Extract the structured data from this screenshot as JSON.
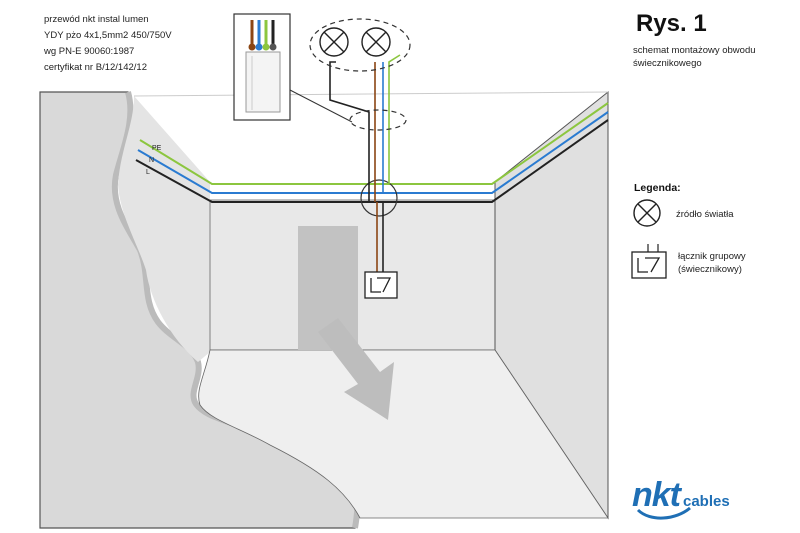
{
  "specs": [
    "przewód nkt instal lumen",
    "YDY pżo 4x1,5mm2 450/750V",
    "wg PN-E 90060:1987",
    "certyfikat nr B/12/142/12"
  ],
  "title": "Rys. 1",
  "subtitle": "schemat montażowy obwodu świecznikowego",
  "legend": {
    "title": "Legenda:",
    "lamp_label": "źródło światła",
    "switch_label_line1": "łącznik grupowy",
    "switch_label_line2": "(świecznikowy)"
  },
  "wire_labels": [
    "PE",
    "N",
    "L"
  ],
  "logo": {
    "brand": "nkt",
    "suffix": "cables"
  },
  "colors": {
    "pe": "#8cc63f",
    "n": "#2a7bd1",
    "l": "#222222",
    "brown": "#8b4513",
    "brand": "#1f6fb5",
    "wall": "#d9d9d9",
    "wall_side": "#e4e4e4",
    "floor": "#ececec"
  }
}
